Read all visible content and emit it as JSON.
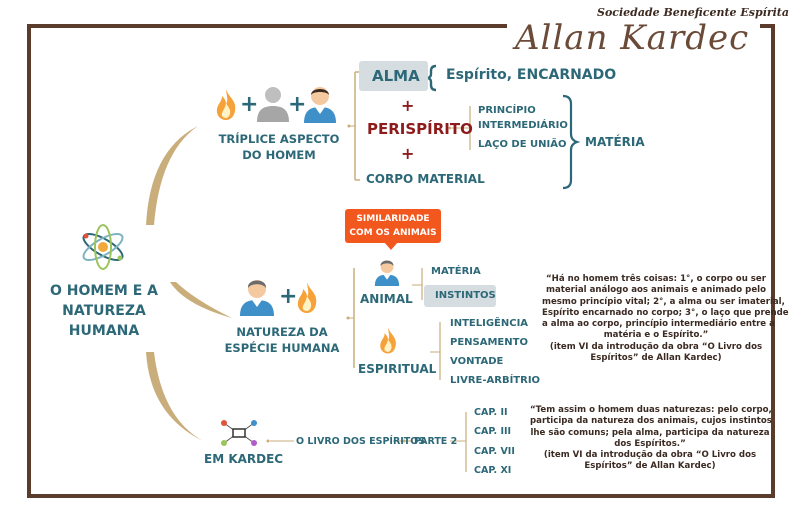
{
  "brand": {
    "subtitle": "Sociedade Beneficente Espírita",
    "name": "Allan Kardec"
  },
  "root": {
    "lines": [
      "O HOMEM E A",
      "NATUREZA",
      "HUMANA"
    ]
  },
  "triplice": {
    "title_lines": [
      "TRÍPLICE ASPECTO",
      "DO HOMEM"
    ],
    "alma": "ALMA",
    "alma_desc": "Espírito, ENCARNADO",
    "plus": "+",
    "perispirito": "PERISPÍRITO",
    "principio": [
      "PRINCÍPIO",
      "INTERMEDIÁRIO"
    ],
    "laco": "LAÇO DE UNIÃO",
    "materia": "MATÉRIA",
    "corpo": "CORPO MATERIAL"
  },
  "natureza": {
    "title_lines": [
      "NATUREZA DA",
      "ESPÉCIE HUMANA"
    ],
    "similaridade": [
      "SIMILARIDADE",
      "COM OS ANIMAIS"
    ],
    "animal": "ANIMAL",
    "animal_items": [
      "MATÉRIA",
      "INSTINTOS"
    ],
    "espiritual": "ESPIRITUAL",
    "espiritual_items": [
      "INTELIGÊNCIA",
      "PENSAMENTO",
      "VONTADE",
      "LIVRE-ARBÍTRIO"
    ]
  },
  "kardec": {
    "title": "EM KARDEC",
    "livro": "O LIVRO DOS ESPÍRITOS",
    "parte": "PARTE 2",
    "caps": [
      "CAP. II",
      "CAP. III",
      "CAP. VII",
      "CAP. XI"
    ]
  },
  "quotes": {
    "q1": [
      "“Há no homem três coisas: 1°, o corpo ou ser",
      "material análogo aos animais e animado pelo",
      "mesmo princípio vital; 2°, a alma ou ser imaterial,",
      "Espírito encarnado no corpo; 3°, o laço que prende",
      "a alma ao corpo, princípio intermediário entre a",
      "matéria e o Espírito.”",
      "(item VI da introdução da obra “O Livro dos",
      "Espíritos” de Allan Kardec)"
    ],
    "q2": [
      "“Tem assim o homem duas naturezas: pelo corpo,",
      "participa da natureza dos animais, cujos instintos",
      "lhe são comuns; pela alma, participa da natureza",
      "dos Espíritos.”",
      "(item VI da introdução da obra “O Livro dos",
      "Espíritos” de Allan Kardec)"
    ]
  },
  "colors": {
    "teal": "#2c6877",
    "red": "#8e1b1b",
    "brown": "#5a3b2c",
    "tan": "#c9ae7b",
    "orange": "#f2571d"
  }
}
